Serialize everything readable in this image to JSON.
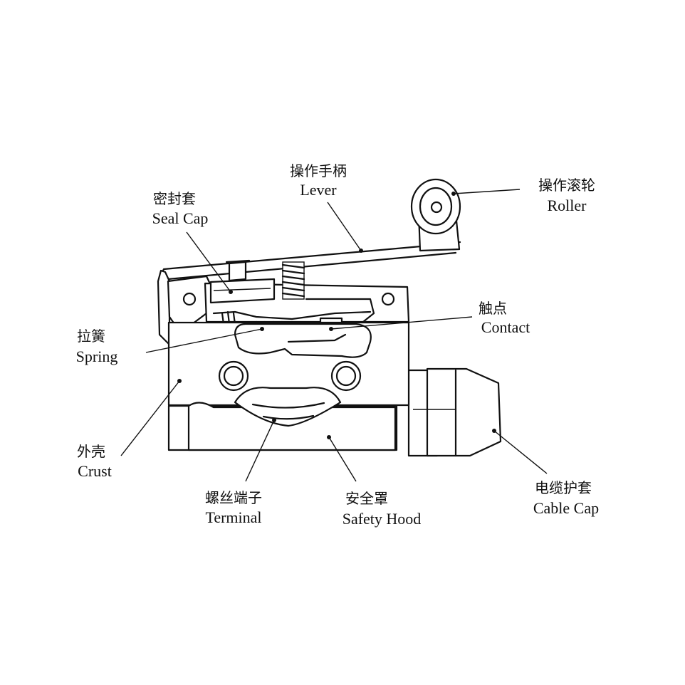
{
  "labels": {
    "lever": {
      "zh": "操作手柄",
      "en": "Lever"
    },
    "roller": {
      "zh": "操作滚轮",
      "en": "Roller"
    },
    "seal_cap": {
      "zh": "密封套",
      "en": "Seal Cap"
    },
    "contact": {
      "zh": "触点",
      "en": "Contact"
    },
    "spring": {
      "zh": "拉簧",
      "en": "Spring"
    },
    "crust": {
      "zh": "外壳",
      "en": "Crust"
    },
    "terminal": {
      "zh": "螺丝端子",
      "en": "Terminal"
    },
    "safety_hood": {
      "zh": "安全罩",
      "en": "Safety Hood"
    },
    "cable_cap": {
      "zh": "电缆护套",
      "en": "Cable Cap"
    }
  }
}
